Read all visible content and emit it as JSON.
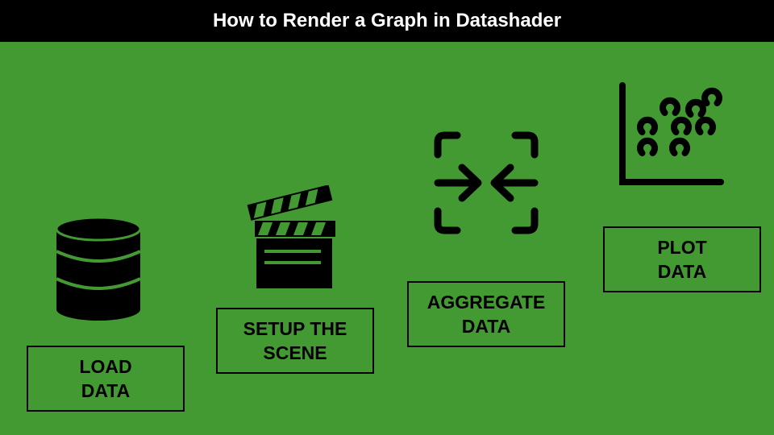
{
  "title": "How to Render a Graph in Datashader",
  "colors": {
    "background": "#449a32",
    "title_bar": "#000000",
    "title_text": "#ffffff",
    "icon": "#000000"
  },
  "steps": [
    {
      "line1": "LOAD",
      "line2": "DATA",
      "icon": "database-icon"
    },
    {
      "line1": "SETUP THE",
      "line2": "SCENE",
      "icon": "clapperboard-icon"
    },
    {
      "line1": "AGGREGATE",
      "line2": "DATA",
      "icon": "aggregate-arrows-icon"
    },
    {
      "line1": "PLOT",
      "line2": "DATA",
      "icon": "scatter-plot-icon"
    }
  ]
}
